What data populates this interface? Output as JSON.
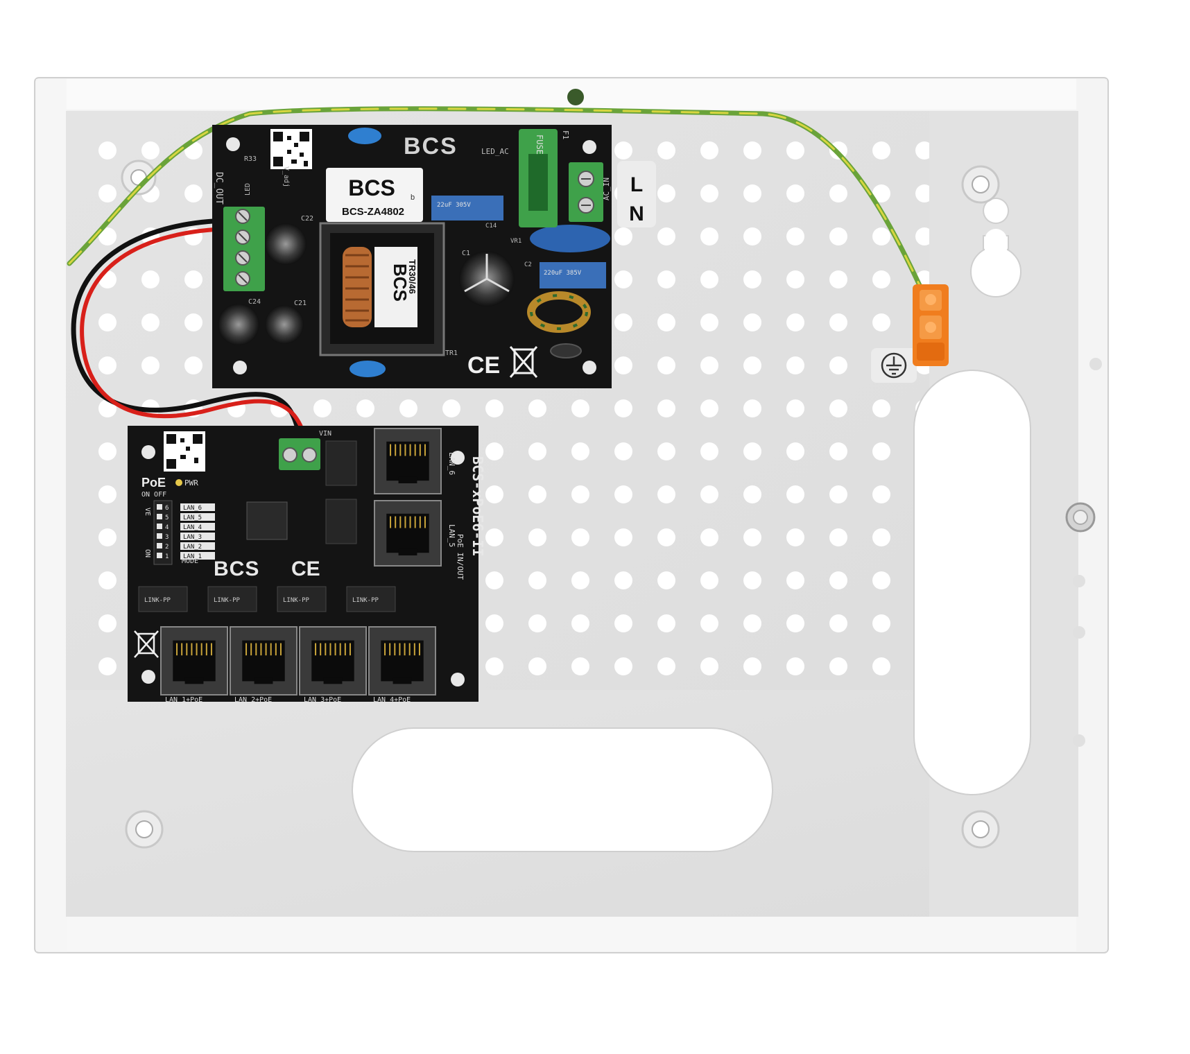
{
  "enclosure": {
    "label_l": "L",
    "label_n": "N"
  },
  "psu_board": {
    "brand": "BCS",
    "brand_label": "BCS",
    "brand_sub": "b",
    "model": "BCS-ZA4802",
    "transformer_brand": "BCS",
    "transformer_model": "TR30/46",
    "label_led_ac": "LED_AC",
    "label_dc_out": "DC_OUT",
    "label_ac_in": "AC_IN",
    "label_fuse": "FUSE",
    "label_f1": "F1",
    "label_c22": "C22",
    "label_c24": "C24",
    "label_c21": "C21",
    "label_c14": "C14",
    "label_c1": "C1",
    "label_c2": "C2",
    "label_tr1": "TR1",
    "label_vr1": "VR1",
    "label_r33": "R33",
    "label_led": "LED",
    "label_vadj": "V_adj",
    "cap_text_1": "22uF 305V",
    "cap_text_2": "220uF 385V",
    "ce_mark": "CE"
  },
  "poe_board": {
    "brand": "BCS",
    "model": "BCS-xPoE6-II",
    "label_poe": "PoE",
    "label_on_off": "ON OFF",
    "label_pwr": "PWR",
    "label_mode": "MODE",
    "label_ve": "VE",
    "label_on": "ON",
    "label_vin": "VIN",
    "label_poe_inout": "PoE IN/OUT",
    "ce_mark": "CE",
    "lan_list": [
      "LAN_6",
      "LAN_5",
      "LAN_4",
      "LAN_3",
      "LAN_2",
      "LAN_1"
    ],
    "dip_numbers": [
      "6",
      "5",
      "4",
      "3",
      "2",
      "1"
    ],
    "side_ports": [
      "LAN_6",
      "LAN_5"
    ],
    "bottom_ports": [
      "LAN_1+PoE",
      "LAN_2+PoE",
      "LAN_3+PoE",
      "LAN_4+PoE"
    ],
    "chip_label": "LINK-PP"
  },
  "colors": {
    "pcb": "#141414",
    "terminal_green": "#3fa14a",
    "connector_orange": "#f07d1e",
    "wire_red": "#d8201a",
    "wire_yellow_green": "#c8d23c",
    "enclosure_white": "#f2f2f2"
  }
}
